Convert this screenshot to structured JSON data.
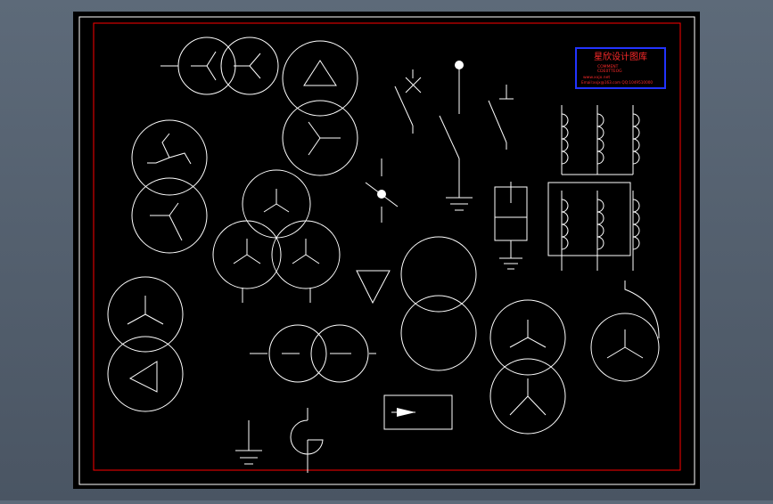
{
  "colors": {
    "background_outer": "#56626f",
    "drawing_area": "#000000",
    "linework": "#ffffff",
    "border_inner": "#ff0000",
    "stamp_border": "#0000ff",
    "stamp_text": "#ff0000"
  },
  "stamp": {
    "title": "星欣设计图库",
    "line1": "COMMENT",
    "line2": "CDE0TTEOG",
    "line3": "www.xxjx.net",
    "line4": "Email:xxjx@163.com QQ:1049510000"
  },
  "symbols": [
    "two-winding-transformer-star-star",
    "transformer-delta-star",
    "transformer-zigzag-star",
    "three-winding-transformer-star",
    "transformer-star-delta",
    "transformer-single-phase",
    "transformer-two-circle-large",
    "transformer-star-star-lower",
    "disconnector-with-cross",
    "load-switch-with-ball",
    "earthing-switch",
    "switch-with-earth",
    "circuit-breaker-moving-contact",
    "lightning-arrester",
    "current-transformer-coils",
    "triangle-symbol",
    "arrow-box",
    "earth-symbol",
    "semicircle-contact",
    "generator-star"
  ]
}
